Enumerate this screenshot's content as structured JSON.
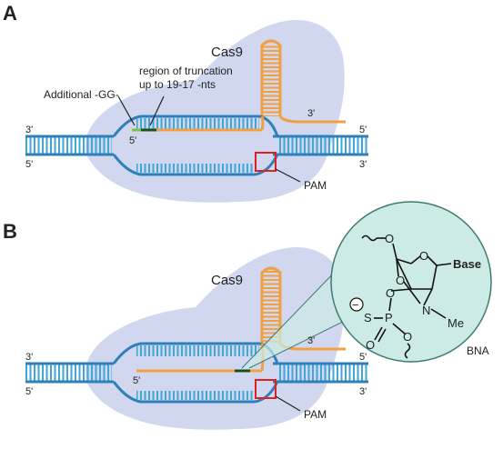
{
  "panel_a": {
    "label": "A",
    "protein_label": "Cas9",
    "annotation_added": "Additional -GG-",
    "annotation_trunc_line1": "region of truncation",
    "annotation_trunc_line2": "up to 19-17 -nts",
    "end_top_left": "3'",
    "end_bottom_left": "5'",
    "end_top_right": "5'",
    "end_bottom_right": "3'",
    "guide_5prime": "5'",
    "guide_3prime": "3'",
    "pam_label": "PAM"
  },
  "panel_b": {
    "label": "B",
    "protein_label": "Cas9",
    "end_top_left": "3'",
    "end_bottom_left": "5'",
    "end_top_right": "5'",
    "end_bottom_right": "3'",
    "guide_5prime": "5'",
    "guide_3prime": "3'",
    "pam_label": "PAM",
    "modification_label": "BNA",
    "chem_base": "Base",
    "chem_n": "N",
    "chem_me": "Me",
    "chem_o_ring": "O",
    "chem_o_5prime": "O",
    "chem_o_bridge": "O",
    "chem_o_3prime": "O",
    "chem_o_ester": "O",
    "chem_p": "P",
    "chem_s": "S",
    "chem_o_double": "O",
    "chem_charge": "−"
  },
  "colors": {
    "dna_strand": "#2f7fb8",
    "dna_rung": "#3fa6d6",
    "guide_rna": "#f0a040",
    "protein": "#c8d0ec",
    "extra_gg": "#7dc242",
    "truncation": "#1e4d1e",
    "pam_box": "#e02020",
    "zoom_circle": "#cdebe6",
    "zoom_edge": "#3e7a72"
  }
}
